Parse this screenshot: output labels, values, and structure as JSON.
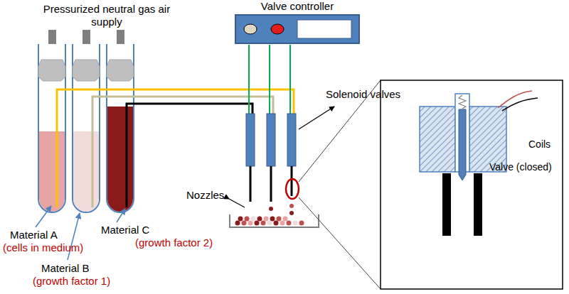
{
  "diagram": {
    "nodes": [
      {
        "text": [
          "Valve controller"
        ]
      }
    ],
    "labels": [
      "Pressurized neutral gas air supply",
      "Solenoid valves",
      "Nozzles",
      "Coils",
      "Valve (closed)",
      "Material A",
      "(cells in medium)",
      "Material B",
      "(growth factor 1)",
      "Material C",
      "(growth factor 2)"
    ]
  }
}
